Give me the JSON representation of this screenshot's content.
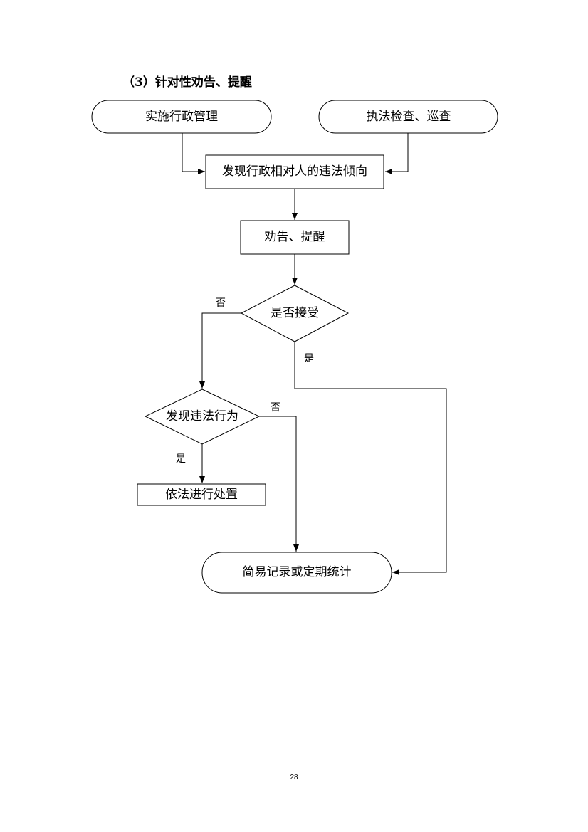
{
  "heading": "（3）针对性劝告、提醒",
  "nodes": {
    "administer": "实施行政管理",
    "inspect": "执法检查、巡查",
    "find_tendency": "发现行政相对人的违法倾向",
    "advise": "劝告、提醒",
    "accept_q": "是否接受",
    "find_violation_q": "发现违法行为",
    "handle": "依法进行处置",
    "record": "简易记录或定期统计"
  },
  "edge_labels": {
    "accept_no": "否",
    "accept_yes": "是",
    "violation_no": "否",
    "violation_yes": "是"
  },
  "page_number": "28"
}
